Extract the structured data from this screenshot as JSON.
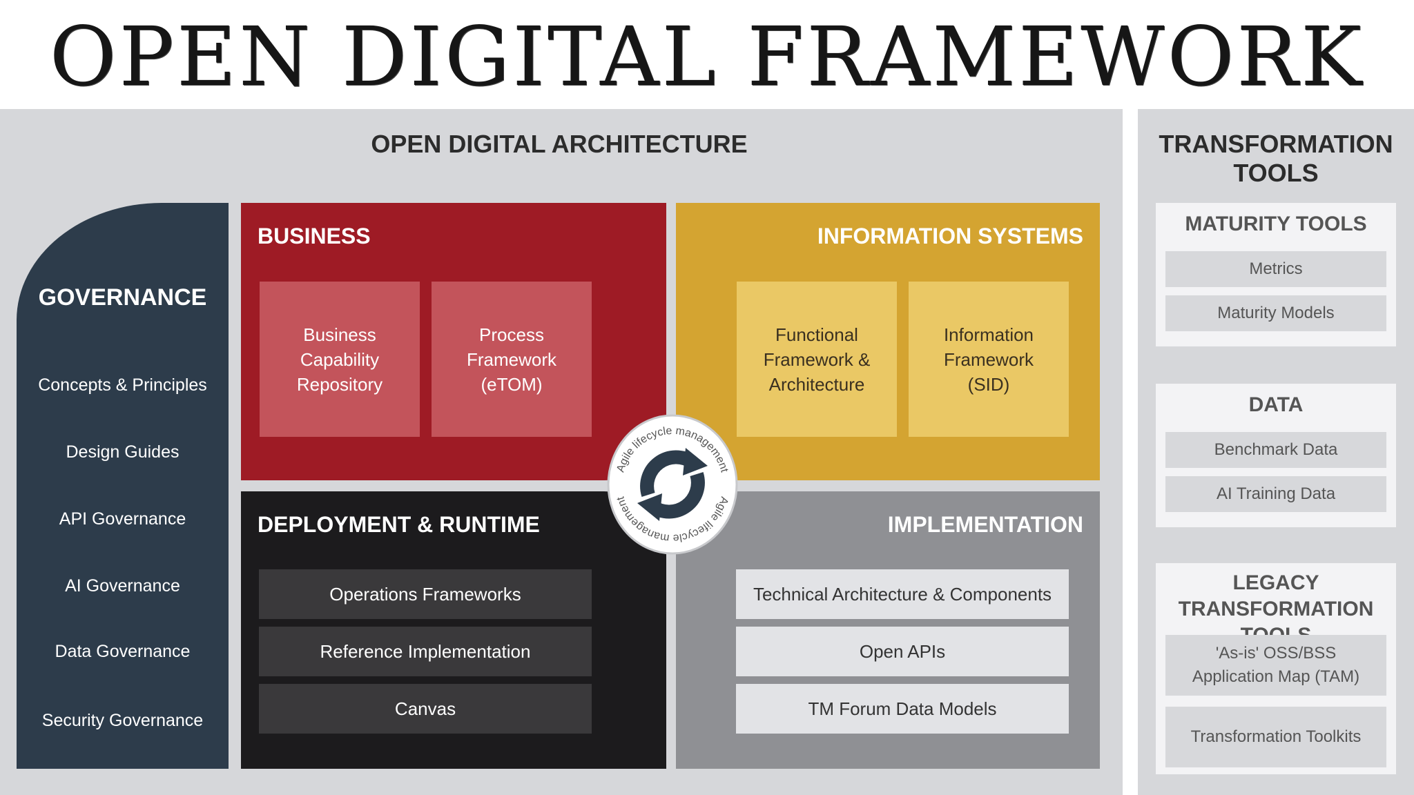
{
  "page_title": "OPEN DIGITAL FRAMEWORK",
  "oda": {
    "title": "OPEN DIGITAL ARCHITECTURE",
    "governance": {
      "title": "GOVERNANCE",
      "items": [
        "Concepts & Principles",
        "Design Guides",
        "API Governance",
        "AI Governance",
        "Data Governance",
        "Security Governance"
      ]
    },
    "business": {
      "title": "BUSINESS",
      "cards": [
        "Business\nCapability\nRepository",
        "Process\nFramework\n(eTOM)"
      ]
    },
    "information_systems": {
      "title": "INFORMATION SYSTEMS",
      "cards": [
        "Functional\nFramework &\nArchitecture",
        "Information\nFramework\n(SID)"
      ]
    },
    "deployment": {
      "title": "DEPLOYMENT & RUNTIME",
      "items": [
        "Operations Frameworks",
        "Reference Implementation",
        "Canvas"
      ]
    },
    "implementation": {
      "title": "IMPLEMENTATION",
      "items": [
        "Technical Architecture & Components",
        "Open APIs",
        "TM Forum Data Models"
      ]
    },
    "center": {
      "label": "Agile lifecycle management",
      "icon": "cycle-arrows-icon"
    }
  },
  "tools": {
    "title": "TRANSFORMATION TOOLS",
    "maturity": {
      "title": "MATURITY TOOLS",
      "items": [
        "Metrics",
        "Maturity Models"
      ]
    },
    "data": {
      "title": "DATA",
      "items": [
        "Benchmark Data",
        "AI Training Data"
      ]
    },
    "legacy": {
      "title": "LEGACY TRANSFORMATION\nTOOLS",
      "items": [
        "'As-is' OSS/BSS\nApplication Map (TAM)",
        "Transformation Toolkits"
      ]
    }
  },
  "colors": {
    "governance": "#2d3c4b",
    "business": "#9e1b25",
    "information_systems": "#d4a431",
    "deployment": "#1c1b1d",
    "implementation": "#8f9094"
  }
}
